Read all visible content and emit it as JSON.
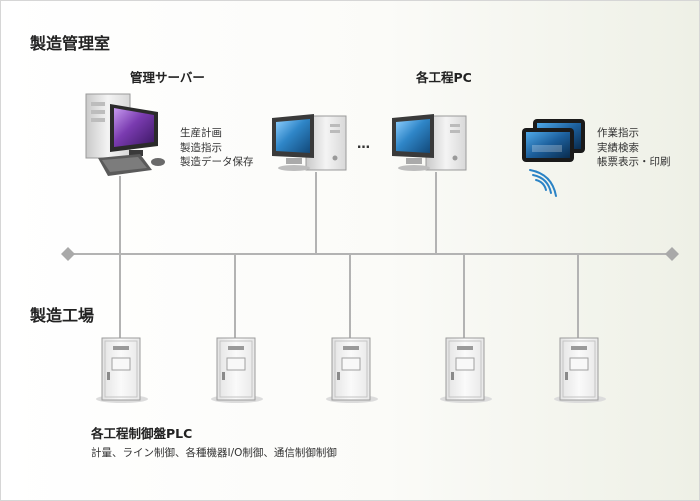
{
  "office": {
    "title": "製造管理室",
    "server": {
      "label": "管理サーバー",
      "functions": [
        "生産計画",
        "製造指示",
        "製造データ保存"
      ]
    },
    "pc": {
      "label": "各工程PC",
      "ellipsis": "…"
    },
    "tablet": {
      "functions": [
        "作業指示",
        "実績検索",
        "帳票表示・印刷"
      ]
    }
  },
  "factory": {
    "title": "製造工場",
    "plc": {
      "label": "各工程制御盤PLC",
      "description": "計量、ライン制御、各種機器I/O制御、通信制御制御"
    }
  },
  "icons": {
    "server": "desktop-workstation-icon",
    "pc": "desktop-pc-icon",
    "tablet": "tablet-icon",
    "wireless": "wireless-signal-icon",
    "cabinet": "control-cabinet-icon",
    "network_node": "diamond-node-icon"
  },
  "colors": {
    "line": "#b3b3b3",
    "node": "#a9a9a9",
    "monitor_screen": "#2f86c8",
    "server_screen": "#7a3bb0",
    "wireless": "#2a83c6",
    "cabinet_body": "#f2f2f2"
  }
}
